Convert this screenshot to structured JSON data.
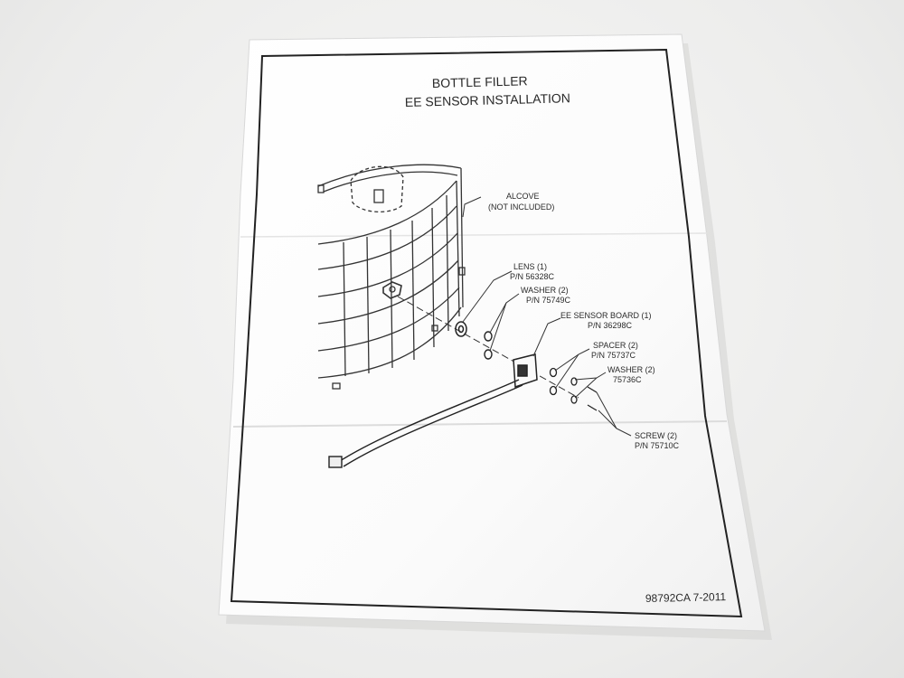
{
  "document": {
    "title_line1": "BOTTLE FILLER",
    "title_line2": "EE SENSOR INSTALLATION",
    "doc_number": "98792CA  7-2011"
  },
  "callouts": [
    {
      "line1": "ALCOVE",
      "line2": "(NOT INCLUDED)"
    },
    {
      "line1": "LENS (1)",
      "line2": "P/N 56328C"
    },
    {
      "line1": "WASHER (2)",
      "line2": "P/N 75749C"
    },
    {
      "line1": "EE SENSOR BOARD (1)",
      "line2": "P/N 36298C"
    },
    {
      "line1": "SPACER (2)",
      "line2": "P/N 75737C"
    },
    {
      "line1": "WASHER (2)",
      "line2": "75736C"
    },
    {
      "line1": "SCREW (2)",
      "line2": "P/N 75710C"
    }
  ]
}
